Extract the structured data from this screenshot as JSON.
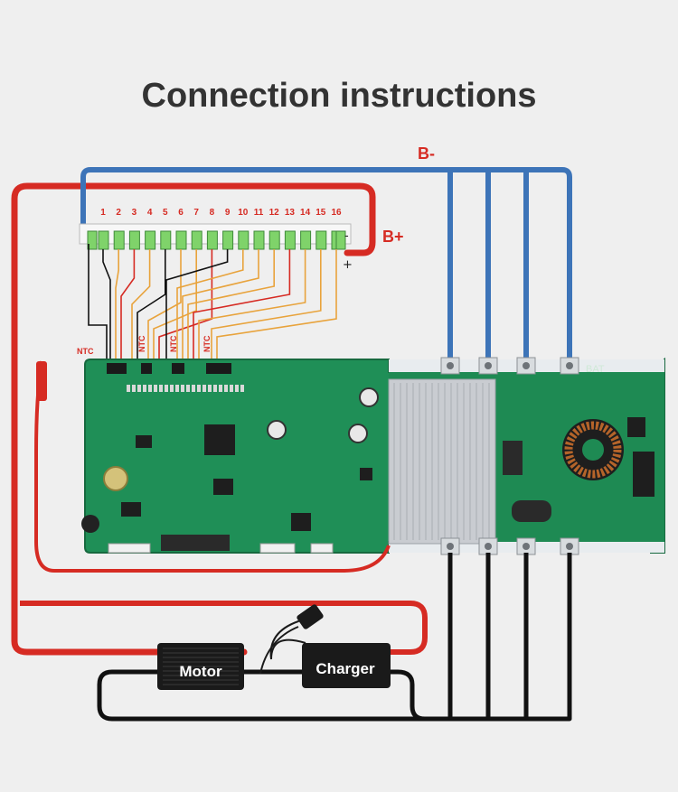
{
  "title": "Connection instructions",
  "labels": {
    "b_minus": "B-",
    "b_plus": "B+",
    "minus_sign": "-",
    "plus_sign": "+",
    "bat": "BAT"
  },
  "cells": [
    "1",
    "2",
    "3",
    "4",
    "5",
    "6",
    "7",
    "8",
    "9",
    "10",
    "11",
    "12",
    "13",
    "14",
    "15",
    "16"
  ],
  "ntc_labels": [
    "NTC",
    "NTC",
    "NTC",
    "NTC"
  ],
  "devices": {
    "motor": "Motor",
    "charger": "Charger"
  },
  "colors": {
    "background": "#efefef",
    "b_minus_wire": "#3d74b8",
    "b_plus_wire": "#d62b23",
    "sense_wire": "#e8a33c",
    "ground_wire": "#111111",
    "pcb": "#1f8f57",
    "heatsink": "#c9ccd1"
  }
}
